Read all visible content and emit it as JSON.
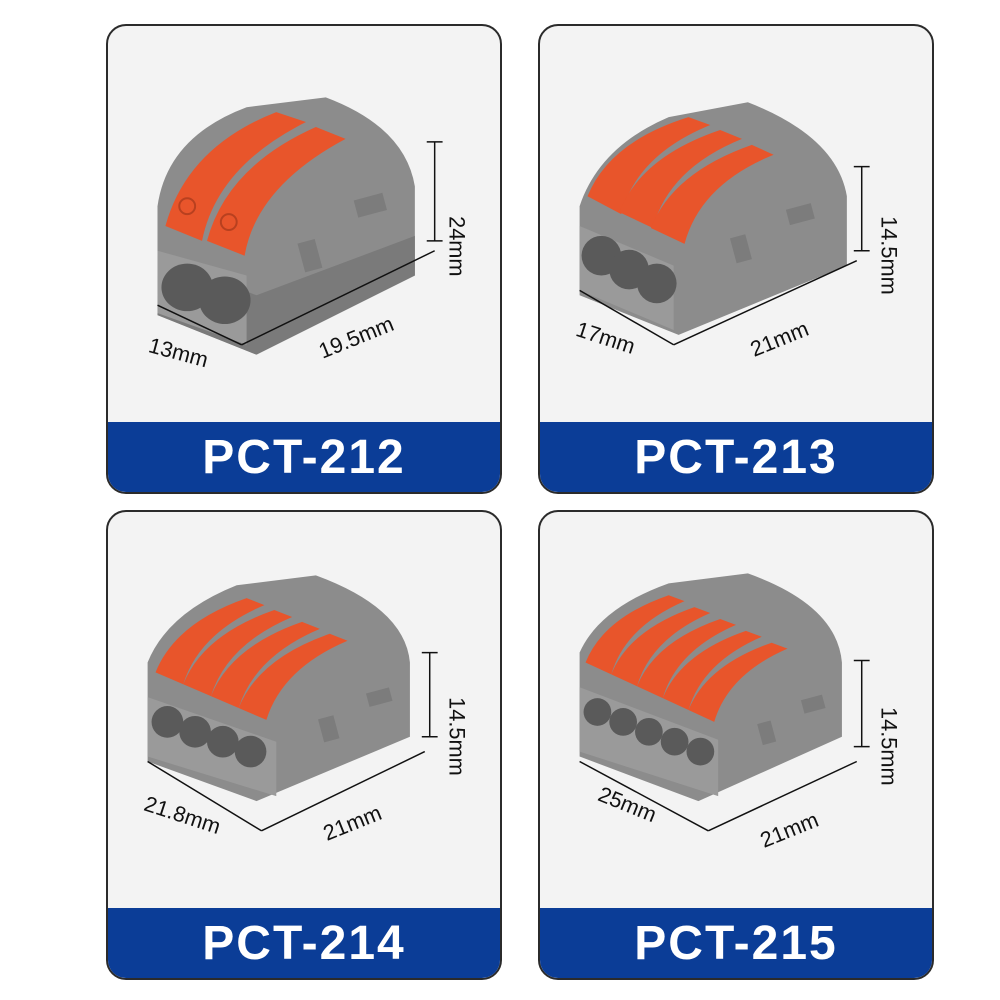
{
  "colors": {
    "banner": "#0b3d97",
    "body_grey": "#8e8e8e",
    "lever_orange": "#e8552b"
  },
  "products": [
    {
      "model": "PCT-212",
      "width": "13mm",
      "depth": "19.5mm",
      "height": "24mm"
    },
    {
      "model": "PCT-213",
      "width": "17mm",
      "depth": "21mm",
      "height": "14.5mm"
    },
    {
      "model": "PCT-214",
      "width": "21.8mm",
      "depth": "21mm",
      "height": "14.5mm"
    },
    {
      "model": "PCT-215",
      "width": "25mm",
      "depth": "21mm",
      "height": "14.5mm"
    }
  ]
}
